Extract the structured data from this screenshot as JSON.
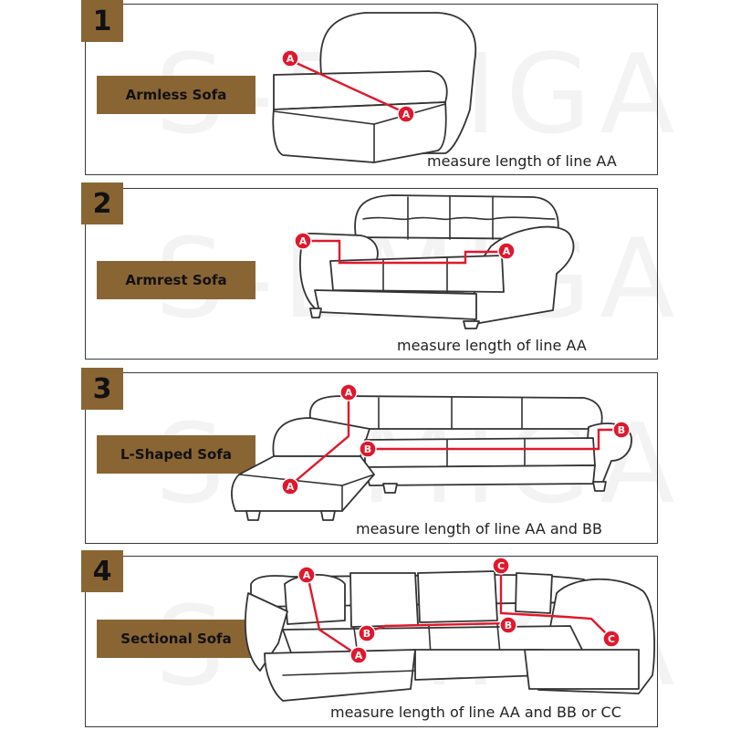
{
  "watermark": "S-EMIGA",
  "panels": [
    {
      "number": "1",
      "label": "Armless Sofa",
      "caption": "measure length of line AA"
    },
    {
      "number": "2",
      "label": "Armrest Sofa",
      "caption": "measure length of line AA"
    },
    {
      "number": "3",
      "label": "L-Shaped Sofa",
      "caption": "measure length of line AA and BB"
    },
    {
      "number": "4",
      "label": "Sectional Sofa",
      "caption": "measure length of line AA and BB or CC"
    }
  ],
  "markers": {
    "a": "A",
    "b": "B",
    "c": "C"
  },
  "colors": {
    "badge": "#8a6534",
    "measure_line": "#e0182c",
    "outline": "#333333"
  }
}
